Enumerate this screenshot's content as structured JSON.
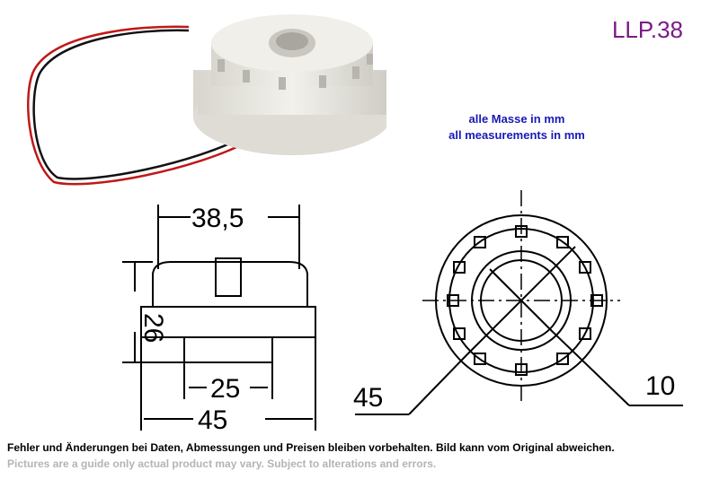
{
  "product": {
    "code": "LLP.38"
  },
  "units_note": {
    "de": "alle Masse in mm",
    "en": "all measurements in mm"
  },
  "dimensions": {
    "width_top": "38,5",
    "height": "26",
    "bottom_width": "25",
    "total_width": "45",
    "circle_diameter": "45",
    "hole_size": "10"
  },
  "footer": {
    "de": "Fehler und Änderungen bei Daten, Abmessungen und Preisen bleiben vorbehalten. Bild kann vom Original abweichen.",
    "en": "Pictures are a guide only actual product may vary. Subject to alterations and errors."
  },
  "colors": {
    "model": "#7a1a86",
    "units": "#1818b8",
    "footer_en": "#b4b4b4"
  },
  "icons": {
    "photo": "buzzer-photo",
    "drawing": "technical-drawing"
  }
}
